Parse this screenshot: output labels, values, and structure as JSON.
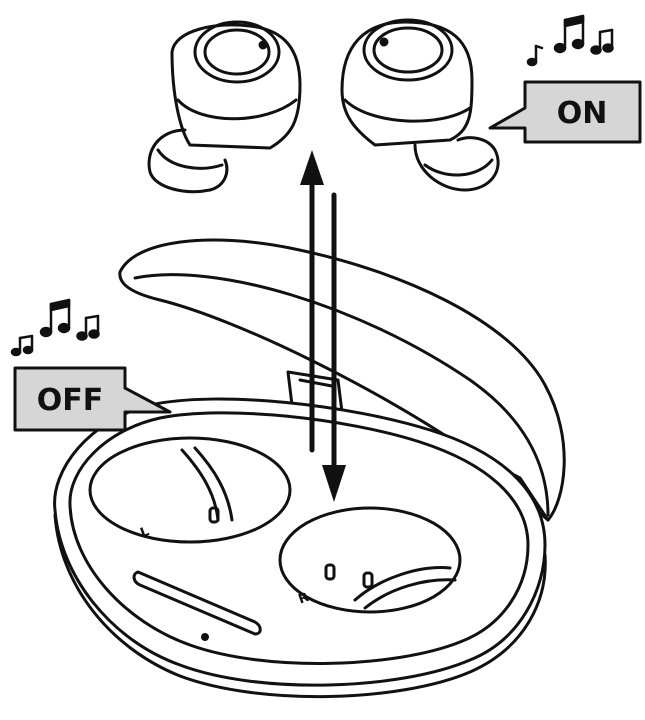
{
  "labels": {
    "on": "ON",
    "off": "OFF",
    "case_left_mark": "L",
    "case_right_mark": "R"
  },
  "icons": {
    "music_notes_on": "music-notes-icon",
    "music_notes_off": "music-notes-icon"
  },
  "colors": {
    "line": "#111111",
    "callout_fill": "#d6d6d6",
    "background": "#ffffff"
  }
}
